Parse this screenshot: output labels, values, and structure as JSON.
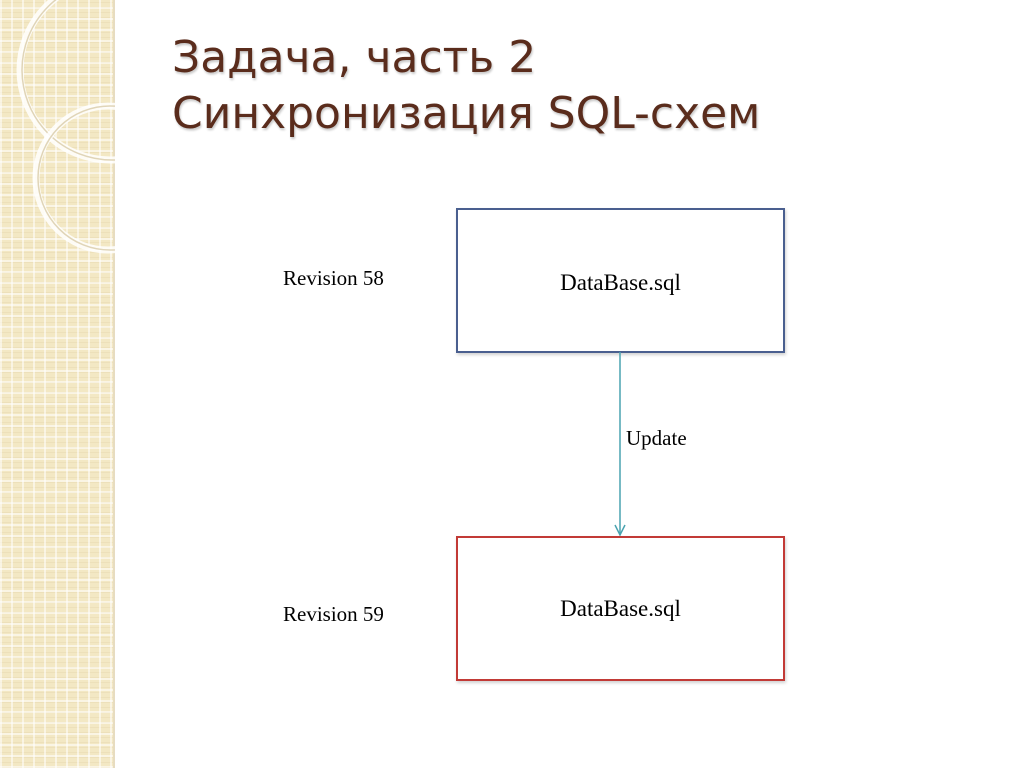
{
  "slide": {
    "title_line1": "Задача, часть 2",
    "title_line2": "Синхронизация SQL-схем"
  },
  "diagram": {
    "nodes": [
      {
        "id": "top",
        "label": "DataBase.sql",
        "side_label": "Revision 58",
        "border_color": "#4a5f8f"
      },
      {
        "id": "bottom",
        "label": "DataBase.sql",
        "side_label": "Revision 59",
        "border_color": "#c23a36"
      }
    ],
    "edge": {
      "from": "top",
      "to": "bottom",
      "label": "Update",
      "color": "#4aa3b0"
    }
  },
  "colors": {
    "title": "#5a2c1c",
    "sidebar": "#f3e8c4"
  }
}
